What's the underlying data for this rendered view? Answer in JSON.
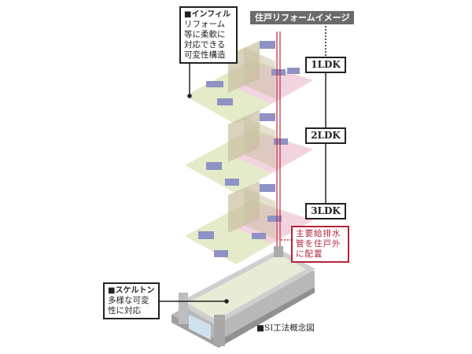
{
  "infill": {
    "heading": "■インフィル",
    "text": "リフォーム等に柔軟に対応できる可変性構造"
  },
  "reform_image": {
    "title": "住戸リフォームイメージ"
  },
  "plans": [
    {
      "label": "1LDK"
    },
    {
      "label": "2LDK"
    },
    {
      "label": "3LDK"
    }
  ],
  "pipes": {
    "text": "主要給排水管を住戸外に配置"
  },
  "skeleton": {
    "heading": "■スケルトン",
    "text": "多様な可変性に対応"
  },
  "caption": "■SI工法概念図",
  "colors": {
    "floor": "#e3ebc9",
    "wet_area": "#f3d3e0",
    "partition": "#c9bfa0",
    "fixture": "#8f92c4",
    "pipe": "#c0283a",
    "building": "#c8c8c8"
  }
}
